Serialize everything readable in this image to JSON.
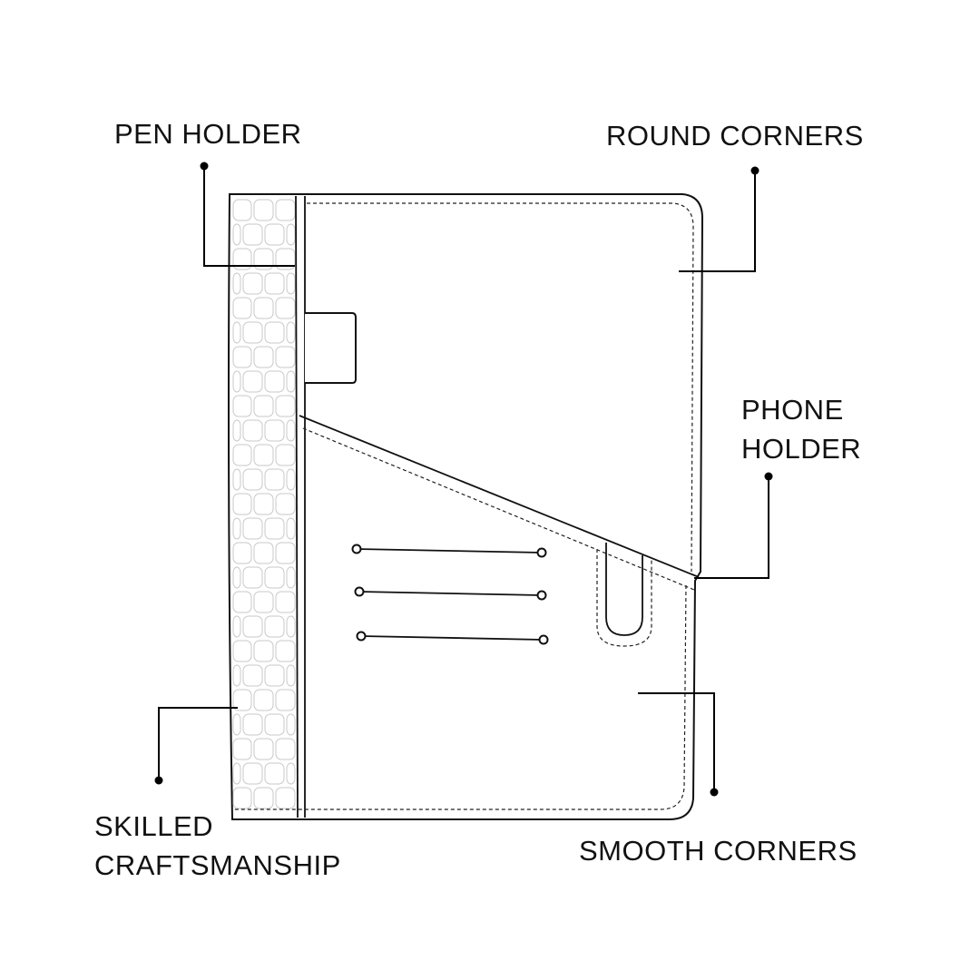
{
  "labels": {
    "pen_holder": "PEN HOLDER",
    "round_corners": "ROUND CORNERS",
    "phone_holder_line1": "PHONE",
    "phone_holder_line2": "HOLDER",
    "skilled_line1": "SKILLED",
    "skilled_line2": "CRAFTSMANSHIP",
    "smooth_corners": "SMOOTH CORNERS"
  },
  "colors": {
    "ink": "#111111",
    "texture": "#c8c8c8",
    "background": "#ffffff"
  }
}
